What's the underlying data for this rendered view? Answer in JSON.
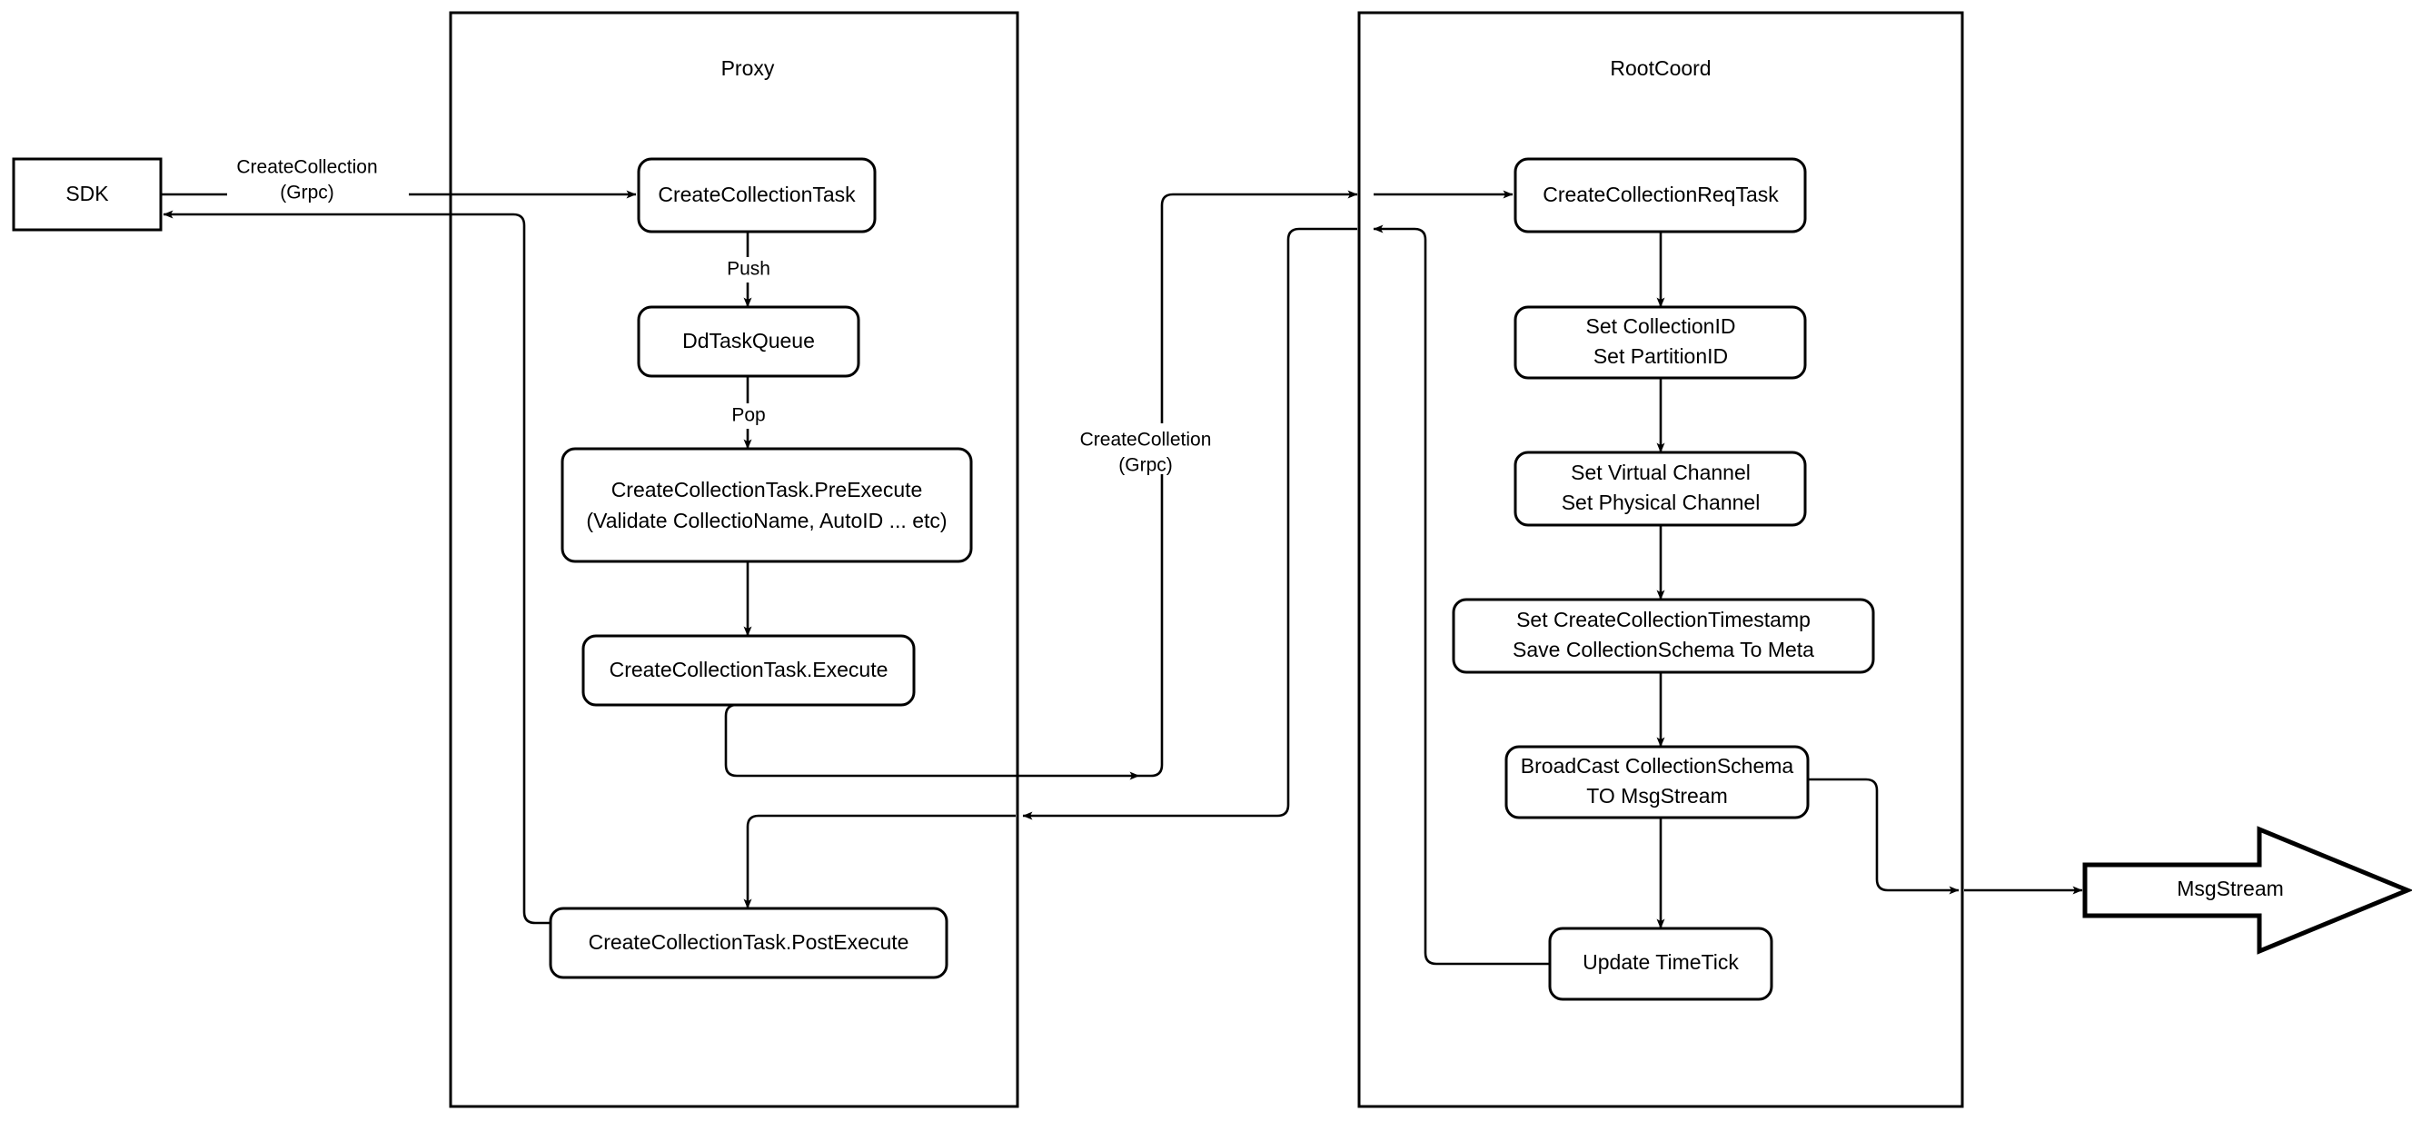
{
  "diagram": {
    "title": "CreateCollection flow",
    "background": "#ffffff",
    "stroke_color": "#000000"
  },
  "containers": [
    {
      "id": "proxy",
      "label": "Proxy"
    },
    {
      "id": "rootcoord",
      "label": "RootCoord"
    }
  ],
  "nodes": {
    "sdk": {
      "label": "SDK",
      "shape": "rect"
    },
    "create_collection_task": {
      "label": "CreateCollectionTask",
      "shape": "rounded-rect"
    },
    "dd_task_queue": {
      "label": "DdTaskQueue",
      "shape": "rounded-rect"
    },
    "pre_execute_l1": {
      "label": "CreateCollectionTask.PreExecute",
      "shape": "rounded-rect"
    },
    "pre_execute_l2": {
      "label": "(Validate CollectioName, AutoID ... etc)"
    },
    "execute": {
      "label": "CreateCollectionTask.Execute",
      "shape": "rounded-rect"
    },
    "post_execute": {
      "label": "CreateCollectionTask.PostExecute",
      "shape": "rounded-rect"
    },
    "create_collection_req_task": {
      "label": "CreateCollectionReqTask",
      "shape": "rounded-rect"
    },
    "set_ids_l1": {
      "label": "Set CollectionID"
    },
    "set_ids_l2": {
      "label": "Set PartitionID"
    },
    "set_channels_l1": {
      "label": "Set Virtual Channel"
    },
    "set_channels_l2": {
      "label": "Set Physical Channel"
    },
    "set_timestamp_l1": {
      "label": "Set CreateCollectionTimestamp"
    },
    "set_timestamp_l2": {
      "label": "Save CollectionSchema To Meta"
    },
    "broadcast_l1": {
      "label": "BroadCast CollectionSchema"
    },
    "broadcast_l2": {
      "label": "TO MsgStream"
    },
    "update_timetick": {
      "label": "Update TimeTick",
      "shape": "rounded-rect"
    },
    "msgstream": {
      "label": "MsgStream",
      "shape": "block-arrow"
    }
  },
  "edge_labels": {
    "sdk_to_proxy_l1": "CreateCollection",
    "sdk_to_proxy_l2": "(Grpc)",
    "push": "Push",
    "pop": "Pop",
    "proxy_to_rootcoord_l1": "CreateColletion",
    "proxy_to_rootcoord_l2": "(Grpc)"
  }
}
